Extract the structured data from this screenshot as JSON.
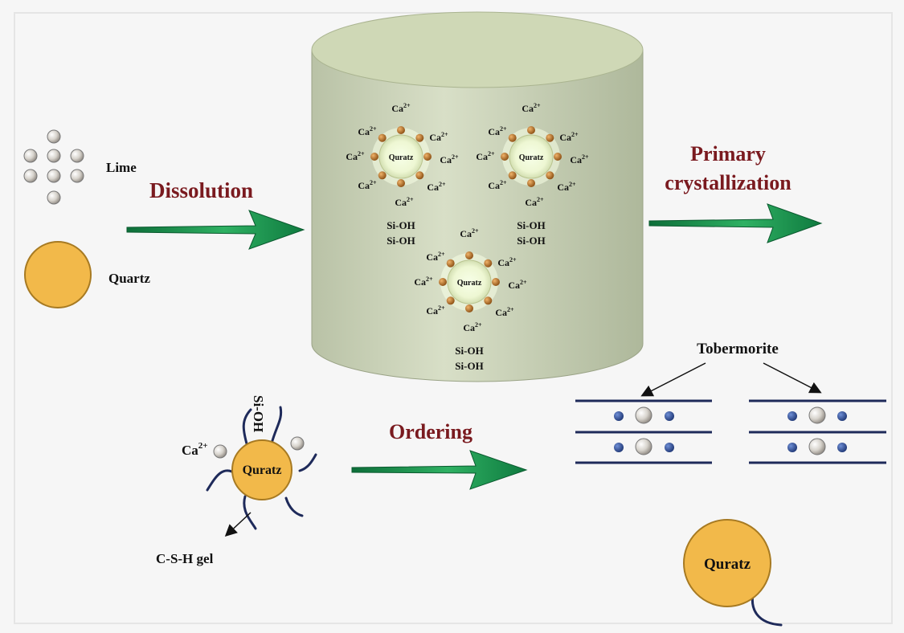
{
  "labels": {
    "lime": "Lime",
    "quartz": "Quartz",
    "dissolution": "Dissolution",
    "primary": "Primary",
    "crystallization": "crystallization",
    "ordering": "Ordering",
    "tobermorite": "Tobermorite",
    "csh_gel": "C-S-H gel",
    "sioh_vertical": "Si-OH",
    "ca_ion": "Ca",
    "ca_charge": "2+"
  },
  "particle": {
    "core": "Quratz",
    "ca": "Ca",
    "charge": "2+",
    "sioh_1": "Si-OH",
    "sioh_2": "Si-OH"
  },
  "colors": {
    "background": "#f6f6f6",
    "cylinder": "#cdd6bd",
    "quartz_fill": "#f2b94a",
    "arrow": "#1f9a4f",
    "text_red": "#7a1a1f",
    "line_navy": "#1e2a5a",
    "dot_blue": "#2e4f9a"
  }
}
